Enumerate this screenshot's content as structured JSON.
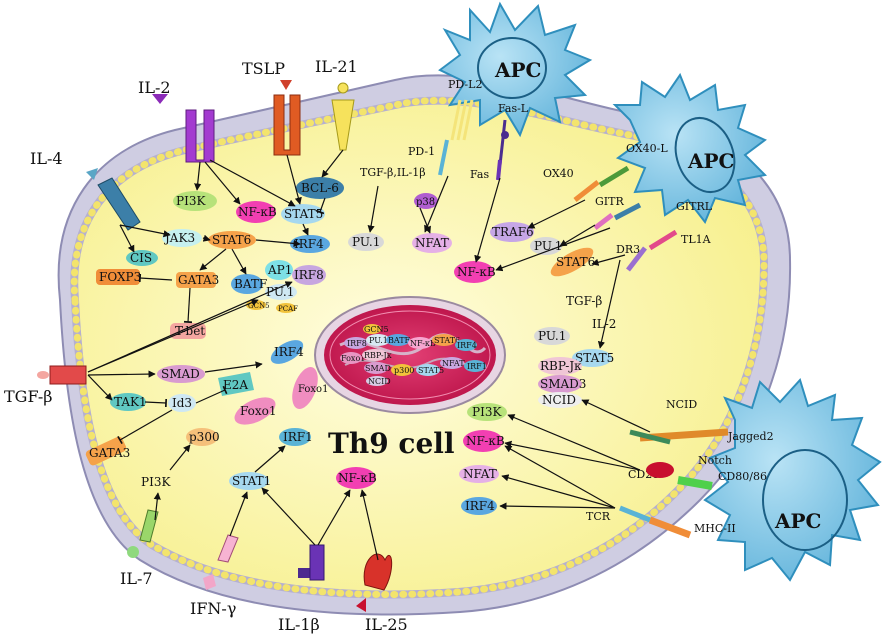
{
  "title": "Th9 cell",
  "apc_label": "APC",
  "colors": {
    "cytoplasm": "#fbf7b8",
    "membrane": "#c9c8d8",
    "membrane_bead": "#f1e26a",
    "nucleus": "#c8124c",
    "nucleus_inner": "#d6306a",
    "apc": "#7cc3e6",
    "apc_dark": "#2f8fbd",
    "arrow": "#111111"
  },
  "receptors": {
    "il2": "IL-2",
    "tslp": "TSLP",
    "il21": "IL-21",
    "il4": "IL-4",
    "tgfb": "TGF-β",
    "il7": "IL-7",
    "ifng": "IFN-γ",
    "il1b": "IL-1β",
    "il25": "IL-25"
  },
  "surface": {
    "pdl2": "PD-L2",
    "fasl": "Fas-L",
    "pd1": "PD-1",
    "fas": "Fas",
    "ox40l": "OX40-L",
    "ox40": "OX40",
    "gitrl": "GITRL",
    "gitr": "GITR",
    "tl1a": "TL1A",
    "dr3": "DR3",
    "jagged2": "Jagged2",
    "notch": "Notch",
    "ncid_ext": "NCID",
    "cd28": "CD28",
    "cd8086": "CD80/86",
    "tcr": "TCR",
    "mhc": "MHC-II"
  },
  "molecules": {
    "pi3k_top": "PI3K",
    "nfkb_top": "NF-κB",
    "jak3": "JAK3",
    "stat6_left": "STAT6",
    "stat5": "STAT5",
    "bcl6": "BCL-6",
    "tgfb_il1b": "TGF-β,IL-1β",
    "p38": "p38",
    "irf4_top": "IRF4",
    "cis": "CIS",
    "foxp3": "FOXP3",
    "gata3": "GATA3",
    "batf": "BATF",
    "ap1": "AP1",
    "irf8": "IRF8",
    "pu1_left": "PU.1",
    "gcn5": "GCN5",
    "pcaf": "PCAF",
    "tbet": "T-bet",
    "pu1_center": "PU.1",
    "nfat_center": "NFAT",
    "traf6": "TRAF6",
    "pu1_right": "PU.1",
    "stat6_right": "STAT6",
    "nfkb_right": "NF-κB",
    "tgfb_small": "TGF-β",
    "pu1_r2": "PU.1",
    "il2_small": "IL-2",
    "stat5_right": "STAT5",
    "rbpjk": "RBP-Jκ",
    "smad3": "SMAD3",
    "ncid": "NCID",
    "smad": "SMAD",
    "tak1": "TAK1",
    "id3": "Id3",
    "e2a": "E2A",
    "irf4_mid": "IRF4",
    "foxo1_a": "Foxo1",
    "foxo1_b": "Foxo1",
    "gata3_low": "GATA3",
    "p300": "p300",
    "pi3k_low": "PI3K",
    "stat1": "STAT1",
    "irf1": "IRF1",
    "nfkb_low": "NF-κB",
    "pi3k_right": "PI3K",
    "nfkb_r3": "NF-κB",
    "nfat_right": "NFAT",
    "irf4_right": "IRF4"
  },
  "nucleus_labels": [
    "IRF8",
    "PU.1",
    "BATF",
    "NF-κB",
    "STAT6",
    "IRF4",
    "GCN5",
    "Foxo1",
    "RBP-Jκ",
    "SMAD",
    "NCID",
    "p300",
    "STAT5",
    "NFAT",
    "IRF1"
  ]
}
